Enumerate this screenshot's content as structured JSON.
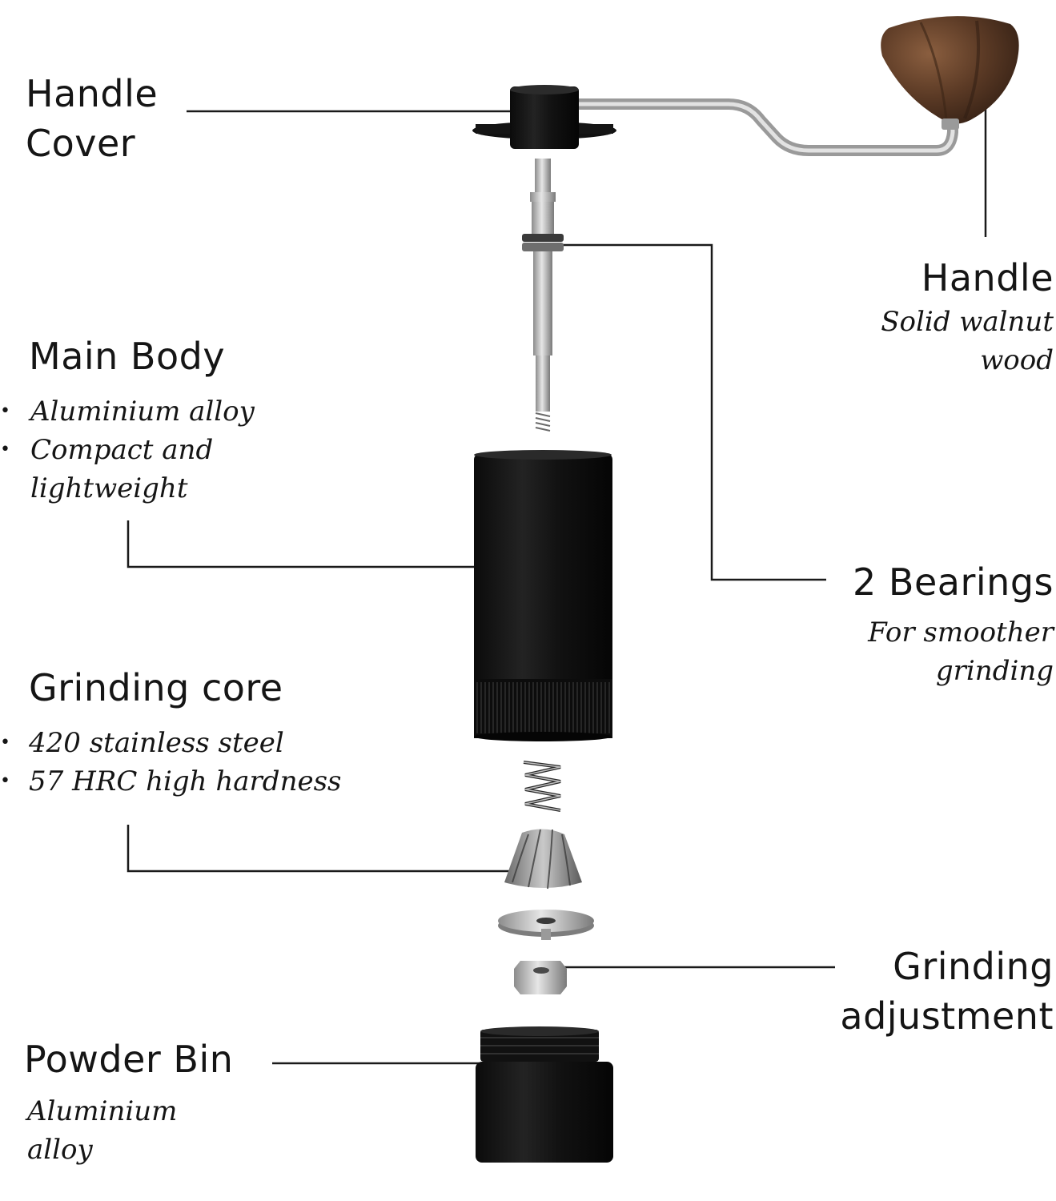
{
  "labels": {
    "handle_cover": {
      "line1": "Handle",
      "line2": "Cover"
    },
    "handle": {
      "title": "Handle",
      "desc1": "Solid walnut",
      "desc2": "wood"
    },
    "main_body": {
      "title": "Main Body",
      "bullet1": "Aluminium alloy",
      "bullet2a": "Compact and",
      "bullet2b": "lightweight"
    },
    "bearings": {
      "title": "2 Bearings",
      "desc1": "For smoother",
      "desc2": "grinding"
    },
    "grinding_core": {
      "title": "Grinding core",
      "bullet1": "420 stainless steel",
      "bullet2": "57 HRC high hardness"
    },
    "grinding_adjustment": {
      "line1": "Grinding",
      "line2": "adjustment"
    },
    "powder_bin": {
      "title": "Powder Bin",
      "desc1": "Aluminium",
      "desc2": "alloy"
    }
  },
  "bullet_glyph": "•",
  "colors": {
    "text": "#151515",
    "leader_line": "#1a1a1a",
    "aluminium_black": "#141414",
    "walnut": "#5a3a26",
    "steel": "#b8b8b8"
  }
}
